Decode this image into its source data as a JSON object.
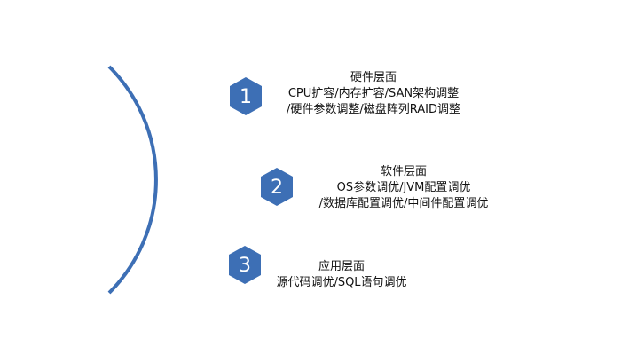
{
  "colors": {
    "arc": "#3d6fb5",
    "hex_fill": "#3d6fb5",
    "hex_text": "#ffffff",
    "text": "#111111",
    "background": "#ffffff"
  },
  "items": [
    {
      "number": "1",
      "title": "硬件层面",
      "lines": [
        "CPU扩容/内存扩容/SAN架构调整",
        "/硬件参数调整/磁盘阵列RAID调整"
      ]
    },
    {
      "number": "2",
      "title": "软件层面",
      "lines": [
        "OS参数调优/JVM配置调优",
        "/数据库配置调优/中间件配置调优"
      ]
    },
    {
      "number": "3",
      "title": "应用层面",
      "lines": [
        "源代码调优/SQL语句调优"
      ]
    }
  ]
}
